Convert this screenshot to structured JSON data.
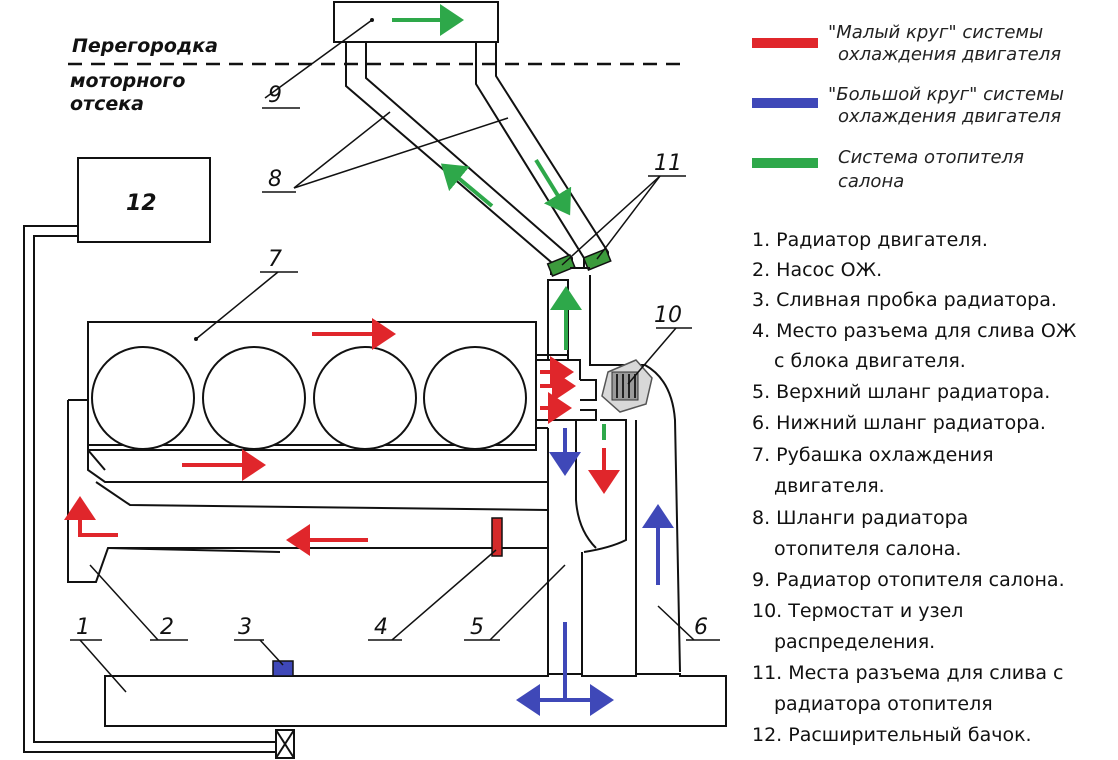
{
  "partition_label": [
    "Перегородка",
    "моторного",
    "отсека"
  ],
  "labels": {
    "n1": "1",
    "n2": "2",
    "n3": "3",
    "n4": "4",
    "n5": "5",
    "n6": "6",
    "n7": "7",
    "n8": "8",
    "n9": "9",
    "n10": "10",
    "n11": "11",
    "n12": "12"
  },
  "legend": [
    {
      "color": "#e0262b",
      "lines": [
        "\"Малый круг\" системы",
        "охлаждения двигателя"
      ]
    },
    {
      "color": "#3f48b8",
      "lines": [
        "\"Большой круг\" системы",
        "охлаждения двигателя"
      ]
    },
    {
      "color": "#2ea84a",
      "lines": [
        "Система отопителя",
        "салона"
      ]
    }
  ],
  "parts_list": [
    "1. Радиатор двигателя.",
    "2. Насос ОЖ.",
    "3. Сливная пробка радиатора.",
    "4. Место разъема для слива ОЖ",
    "с блока двигателя.",
    "5. Верхний шланг радиатора.",
    "6. Нижний шланг радиатора.",
    "7. Рубашка охлаждения",
    "двигателя.",
    "8. Шланги радиатора",
    "отопителя салона.",
    "9. Радиатор отопителя салона.",
    "10. Термостат и узел",
    "распределения.",
    "11. Места разъема для слива с",
    "радиатора отопителя",
    "12. Расширительный бачок."
  ],
  "colors": {
    "red": "#e0262b",
    "blue": "#3f48b8",
    "green": "#2ea84a",
    "dark_green": "#2f7a2f"
  }
}
